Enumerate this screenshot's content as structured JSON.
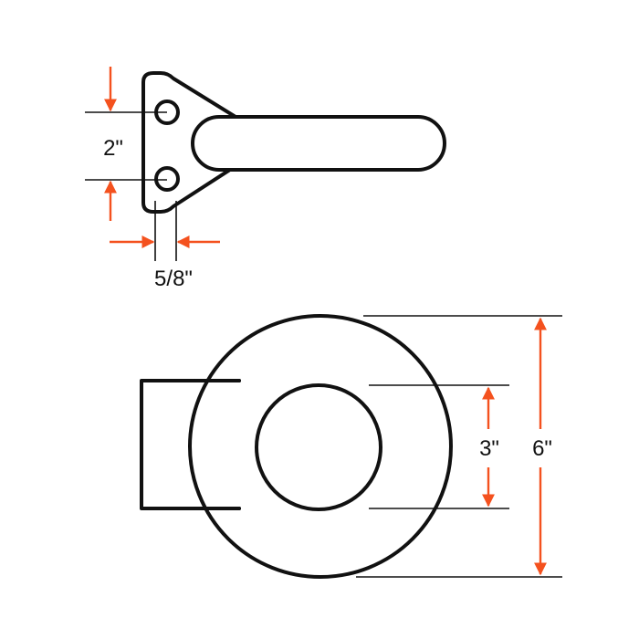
{
  "colors": {
    "outline": "#111111",
    "dimension_arrow": "#f4511e",
    "background": "#ffffff"
  },
  "dimensions": {
    "hole_spacing": "2\"",
    "hole_diameter": "5/8\"",
    "inner_diameter": "3\"",
    "outer_diameter": "6\""
  }
}
